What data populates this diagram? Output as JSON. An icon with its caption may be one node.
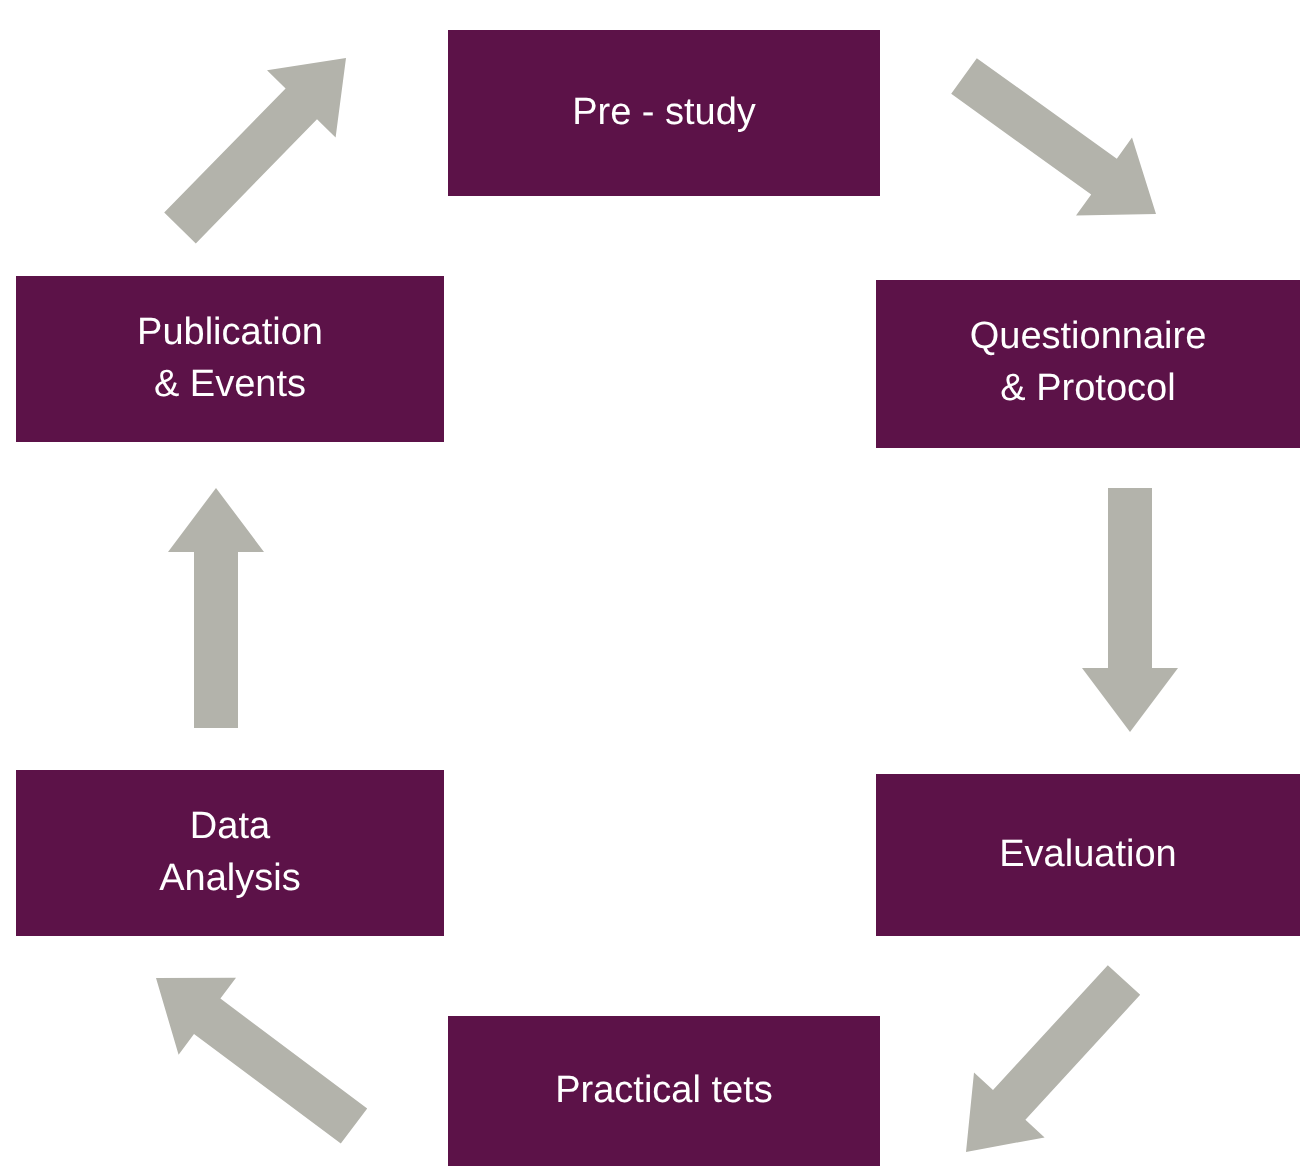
{
  "diagram": {
    "nodes": [
      {
        "text": [
          "Pre - study"
        ]
      },
      {
        "text": [
          "Questionnaire & Protocol"
        ]
      },
      {
        "text": [
          "Evaluation"
        ]
      },
      {
        "text": [
          "Practical tets"
        ]
      },
      {
        "text": [
          "Data Analysis"
        ]
      },
      {
        "text": [
          "Publication & Events"
        ]
      }
    ],
    "edges": [
      {
        "from": 0,
        "to": 1,
        "arrow": "to"
      },
      {
        "from": 1,
        "to": 2,
        "arrow": "to"
      },
      {
        "from": 2,
        "to": 3,
        "arrow": "to"
      },
      {
        "from": 3,
        "to": 4,
        "arrow": "to"
      },
      {
        "from": 4,
        "to": 5,
        "arrow": "to"
      },
      {
        "from": 5,
        "to": 0,
        "arrow": "to"
      }
    ]
  }
}
